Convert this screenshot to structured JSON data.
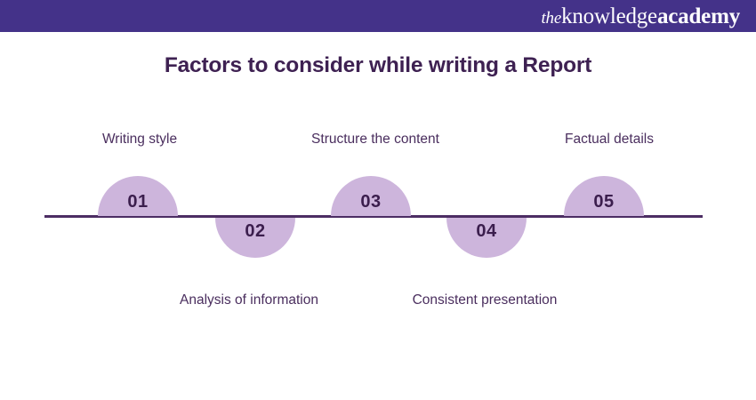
{
  "header": {
    "brand": {
      "the": "the",
      "knowledge": "knowledge",
      "academy": "academy",
      "full": "the knowledge academy"
    },
    "bar_color": "#443289"
  },
  "title": "Factors to consider while writing a Report",
  "colors": {
    "header_bar": "#443289",
    "title_text": "#3E2152",
    "node_fill": "#CDB5DC",
    "node_number_text": "#3B1E4D",
    "timeline_rule": "#4C2D63",
    "caption_text": "#4A2E5E",
    "background": "#FFFFFF"
  },
  "infographic": {
    "type": "timeline-half-circles",
    "nodes": [
      {
        "number": "01",
        "label": "Writing style",
        "position": "above"
      },
      {
        "number": "02",
        "label": "Analysis of information",
        "position": "below"
      },
      {
        "number": "03",
        "label": "Structure the content",
        "position": "above"
      },
      {
        "number": "04",
        "label": "Consistent presentation",
        "position": "below"
      },
      {
        "number": "05",
        "label": "Factual details",
        "position": "above"
      }
    ]
  }
}
